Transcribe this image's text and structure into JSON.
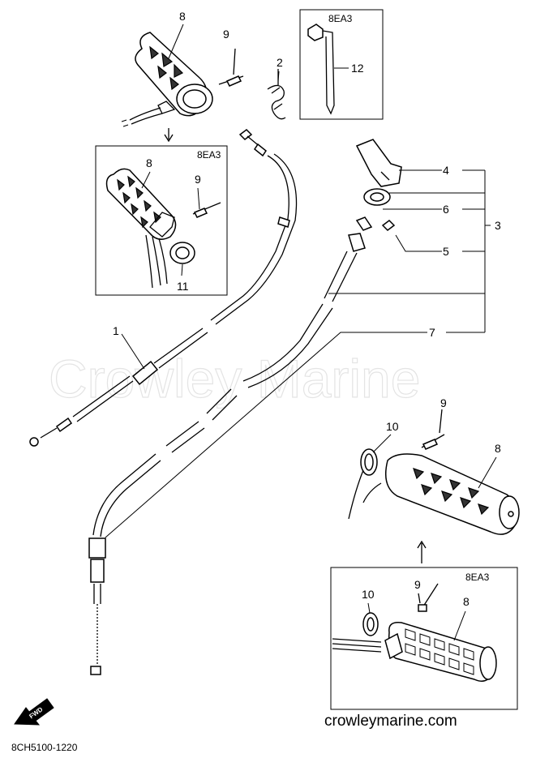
{
  "watermark": "Crowley Marine",
  "website": "crowleymarine.com",
  "diagram_code": "8CH5100-1220",
  "fwd_label": "FWD",
  "callouts": {
    "c1": "1",
    "c2": "2",
    "c3": "3",
    "c4": "4",
    "c5": "5",
    "c6": "6",
    "c7": "7",
    "c8a": "8",
    "c8b": "8",
    "c8c": "8",
    "c8d": "8",
    "c9a": "9",
    "c9b": "9",
    "c9c": "9",
    "c9d": "9",
    "c10a": "10",
    "c10b": "10",
    "c11": "11",
    "c12": "12"
  },
  "inset_boxes": {
    "box_top_right": "8EA3",
    "box_left": "8EA3",
    "box_bottom_right": "8EA3"
  },
  "colors": {
    "line": "#000000",
    "watermark": "#e4e4e4",
    "background": "#ffffff"
  }
}
